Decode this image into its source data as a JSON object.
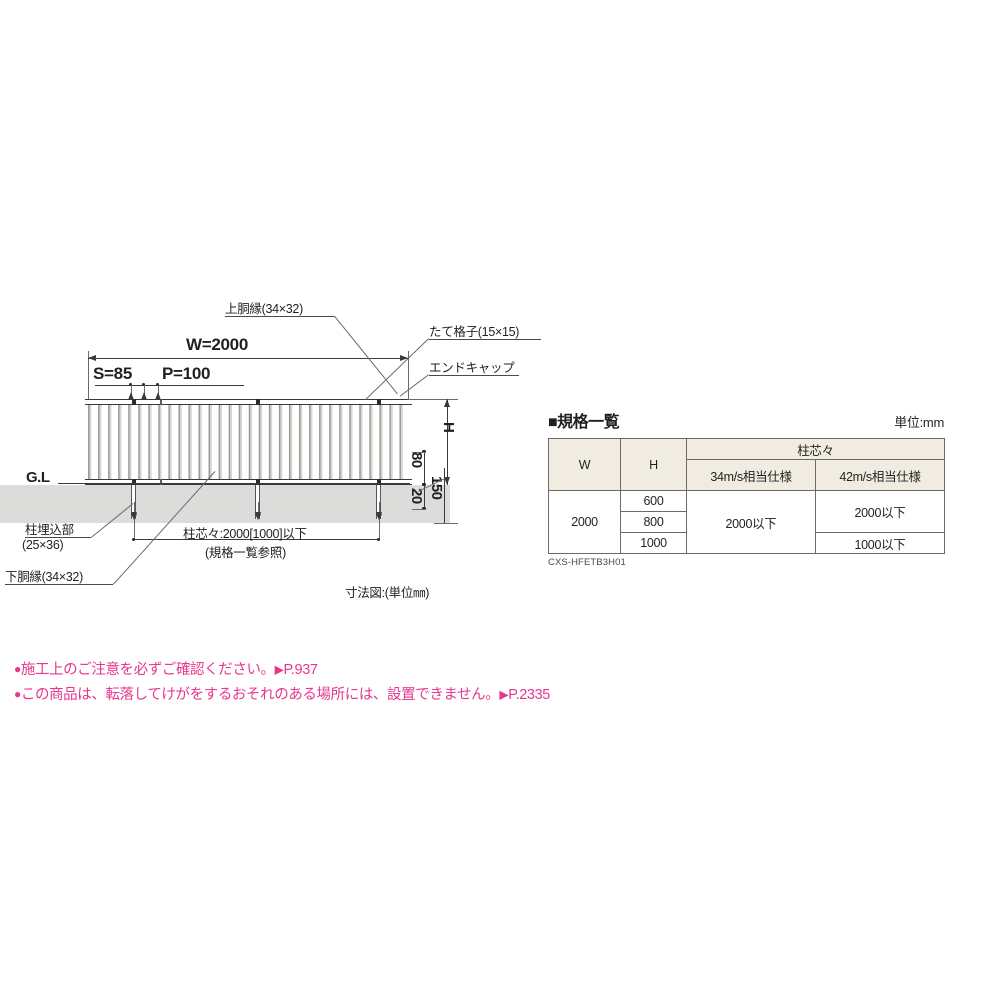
{
  "diagram": {
    "caption": "寸法図:(単位㎜)",
    "ground_label": "G.L",
    "dimensions": {
      "width_total": "W=2000",
      "spacing_s": "S=85",
      "spacing_p": "P=100",
      "height_h": "H",
      "top_rail_offset": "80",
      "embed_offset": "20",
      "embed_depth": "150",
      "post_center": "柱芯々:2000[1000]以下",
      "post_center_note": "(規格一覧参照)"
    },
    "callouts": {
      "top_rail": "上胴縁(34×32)",
      "vertical_lattice": "たて格子(15×15)",
      "end_cap": "エンドキャップ",
      "post_embed": "柱埋込部",
      "post_embed_size": "(25×36)",
      "bottom_rail": "下胴縁(34×32)"
    }
  },
  "spec_table": {
    "title": "■規格一覧",
    "unit": "単位:mm",
    "headers": {
      "w": "W",
      "h": "H",
      "group": "柱芯々",
      "col_34": "34m/s相当仕様",
      "col_42": "42m/s相当仕様"
    },
    "rows": [
      {
        "w": "2000",
        "h": "600",
        "c34": "2000以下",
        "c42": "2000以下"
      },
      {
        "w": "",
        "h": "800",
        "c34": "",
        "c42": ""
      },
      {
        "w": "",
        "h": "1000",
        "c34": "",
        "c42": "1000以下"
      }
    ],
    "code": "CXS-HFETB3H01"
  },
  "notes": {
    "color": "#e8368f",
    "items": [
      {
        "bullet": "●",
        "text": "施工上のご注意を必ずご確認ください。",
        "tri": "▶",
        "page": "P.937"
      },
      {
        "bullet": "●",
        "text": "この商品は、転落してけがをするおそれのある場所には、設置できません。",
        "tri": "▶",
        "page": "P.2335"
      }
    ]
  }
}
